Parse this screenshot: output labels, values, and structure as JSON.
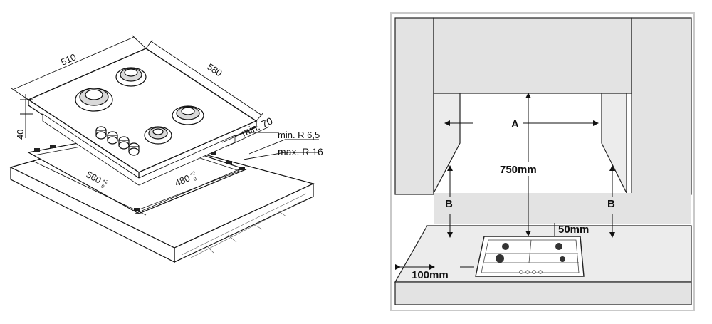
{
  "left_diagram": {
    "dim_width": "510",
    "dim_depth": "580",
    "dim_height": "40",
    "dim_clearance": "min. 70",
    "radius_min": "min. R 6,5",
    "radius_max": "max. R 16",
    "cutout_width": "560",
    "cutout_width_tol_top": "+2",
    "cutout_width_tol_bottom": "0",
    "cutout_depth": "480",
    "cutout_depth_tol_top": "+2",
    "cutout_depth_tol_bottom": "0"
  },
  "right_diagram": {
    "label_a": "A",
    "label_b_left": "B",
    "label_b_right": "B",
    "hood_clearance": "750mm",
    "rear_clearance": "50mm",
    "side_clearance": "100mm"
  }
}
